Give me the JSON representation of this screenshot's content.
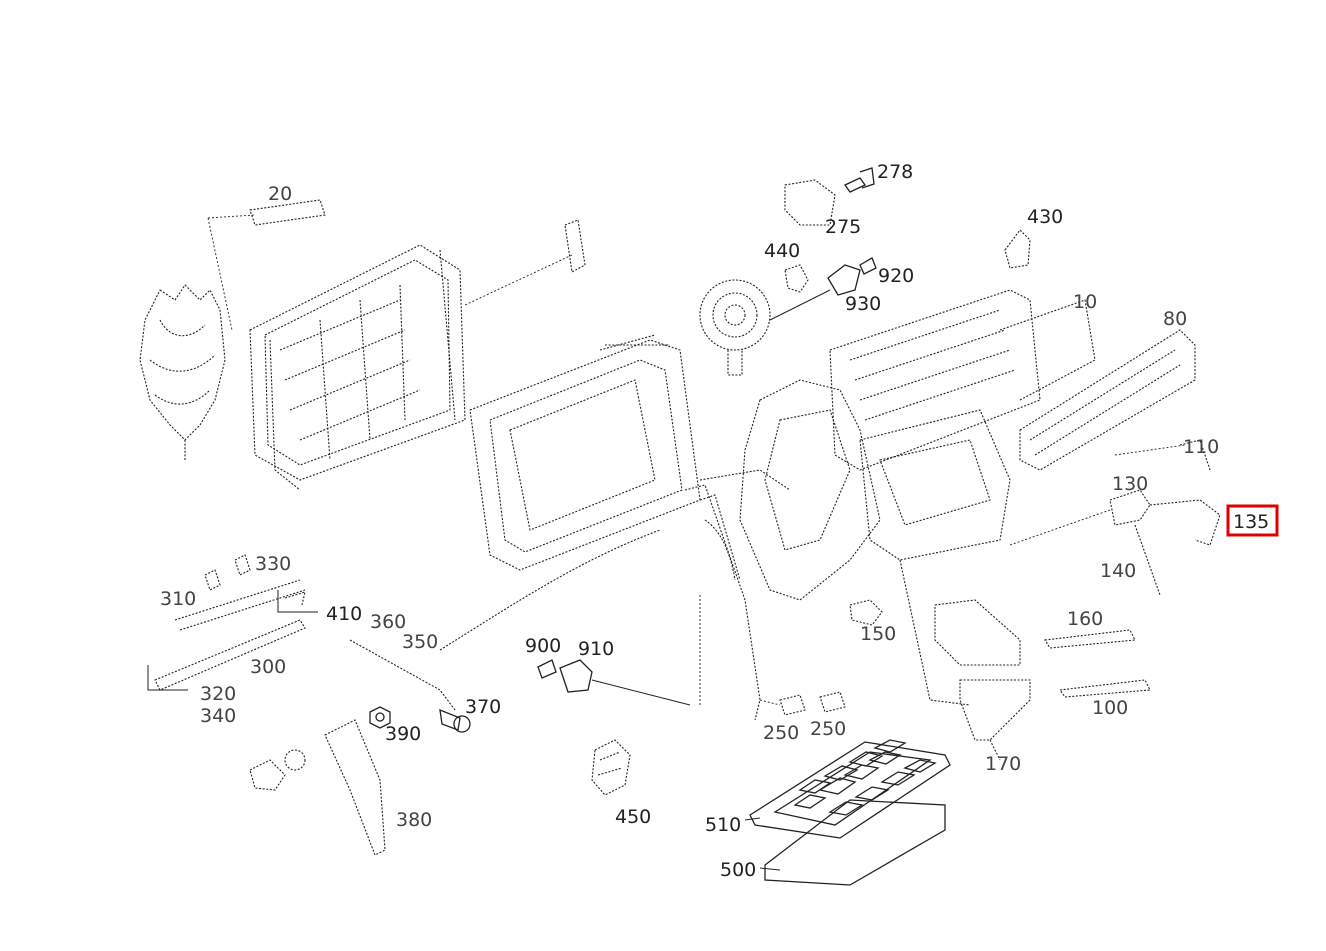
{
  "diagram": {
    "highlight_color": "#e00000",
    "highlighted_part": "135",
    "callouts": {
      "c278": "278",
      "c275": "275",
      "c430": "430",
      "c440": "440",
      "c920": "920",
      "c930": "930",
      "c20": "20",
      "c80": "80",
      "c10": "10",
      "c100": "100",
      "c110": "110",
      "c130": "130",
      "c135": "135",
      "c140": "140",
      "c150": "150",
      "c160": "160",
      "c170": "170",
      "c310": "310",
      "c330": "330",
      "c410": "410",
      "c360": "360",
      "c350": "350",
      "c370": "370",
      "c390": "390",
      "c380": "380",
      "c300": "300",
      "c320": "320",
      "c340": "340",
      "c900": "900",
      "c910": "910",
      "c250a": "250",
      "c250b": "250",
      "c450": "450",
      "c510": "510",
      "c500": "500"
    }
  }
}
